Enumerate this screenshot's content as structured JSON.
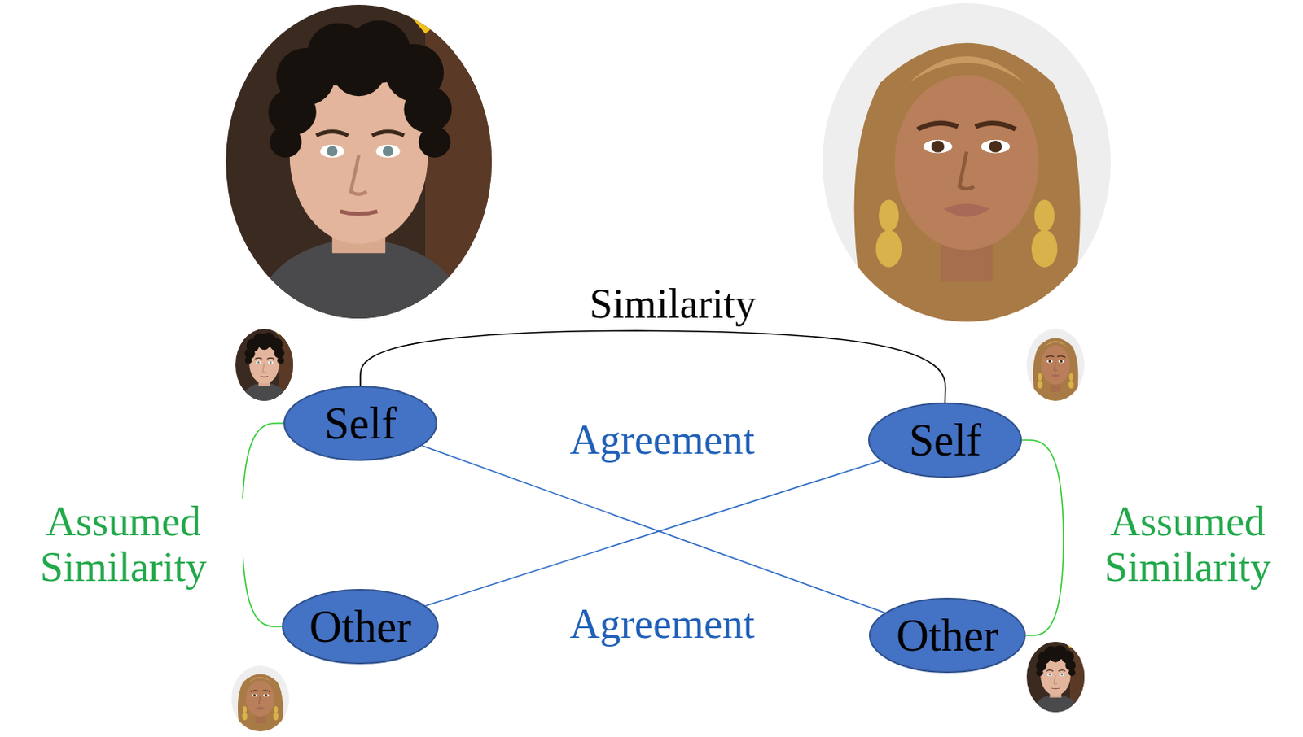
{
  "diagram": {
    "nodes": [
      {
        "text": [
          "Self"
        ]
      },
      {
        "text": [
          "Self"
        ]
      },
      {
        "text": [
          "Other"
        ]
      },
      {
        "text": [
          "Other"
        ]
      }
    ],
    "edges": [
      {
        "from": 0,
        "to": 1,
        "arrow": "none",
        "label": "Similarity"
      },
      {
        "from": 0,
        "to": 3,
        "arrow": "none",
        "label": "Agreement"
      },
      {
        "from": 1,
        "to": 2,
        "arrow": "none",
        "label": "Agreement"
      },
      {
        "from": 0,
        "to": 2,
        "arrow": "none",
        "label": "Assumed Similarity"
      },
      {
        "from": 1,
        "to": 3,
        "arrow": "none",
        "label": "Assumed Similarity"
      }
    ]
  }
}
